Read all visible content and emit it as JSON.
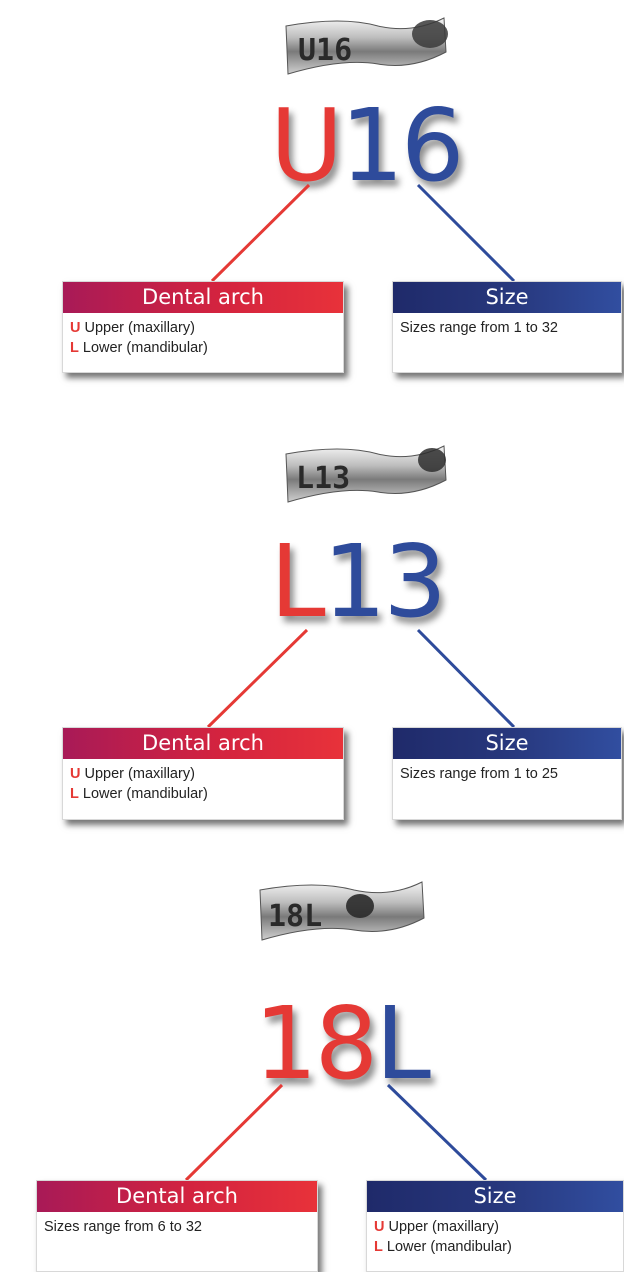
{
  "colors": {
    "red": "#e53935",
    "blue": "#2e4b9b",
    "arch_header": "#c8233f",
    "size_header": "#27377c"
  },
  "sections": [
    {
      "band_label": "U16",
      "code": {
        "red": "U",
        "blue": "16"
      },
      "arch_box": {
        "header": "Dental arch",
        "lines": [
          {
            "key": "U",
            "text": "Upper (maxillary)"
          },
          {
            "key": "L",
            "text": "Lower (mandibular)"
          }
        ]
      },
      "size_box": {
        "header": "Size",
        "lines": [
          {
            "key": "",
            "text": "Sizes range from 1 to 32"
          }
        ]
      }
    },
    {
      "band_label": "L13",
      "code": {
        "red": "L",
        "blue": "13"
      },
      "arch_box": {
        "header": "Dental arch",
        "lines": [
          {
            "key": "U",
            "text": "Upper (maxillary)"
          },
          {
            "key": "L",
            "text": "Lower (mandibular)"
          }
        ]
      },
      "size_box": {
        "header": "Size",
        "lines": [
          {
            "key": "",
            "text": "Sizes range from 1 to 25"
          }
        ]
      }
    },
    {
      "band_label": "18L",
      "code": {
        "red": "18",
        "blue": "L"
      },
      "arch_box": {
        "header": "Dental arch",
        "lines": [
          {
            "key": "",
            "text": "Sizes range from 6 to 32"
          }
        ]
      },
      "size_box": {
        "header": "Size",
        "lines": [
          {
            "key": "U",
            "text": "Upper (maxillary)"
          },
          {
            "key": "L",
            "text": "Lower (mandibular)"
          }
        ]
      }
    }
  ]
}
